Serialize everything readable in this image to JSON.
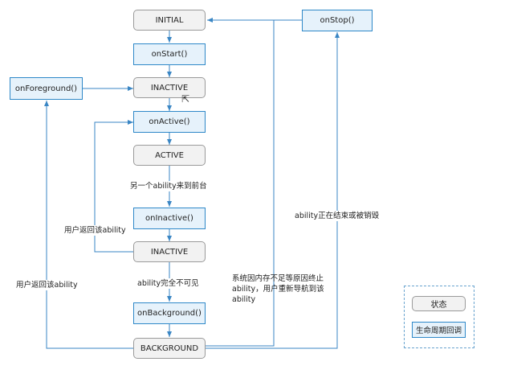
{
  "states": {
    "initial": "INITIAL",
    "inactive1": "INACTIVE",
    "active": "ACTIVE",
    "inactive2": "INACTIVE",
    "background": "BACKGROUND"
  },
  "callbacks": {
    "on_start": "onStart()",
    "on_active": "onActive()",
    "on_inactive": "onInactive()",
    "on_background": "onBackground()",
    "on_foreground": "onForeground()",
    "on_stop": "onStop()"
  },
  "edge_labels": {
    "another_ability": "另一个ability来到前台",
    "user_return_left": "用户返回该ability",
    "invisible": "ability完全不可见",
    "user_return_far_left": "用户返回该ability",
    "destroy": "ability正在结束或被销毁",
    "system_reason": "系统因内存不足等原因终止ability，用户重新导航到该ability"
  },
  "legend": {
    "state": "状态",
    "callback": "生命周期回调"
  },
  "colors": {
    "arrow": "#3a86c4",
    "callback_fill": "#e6f2fb",
    "callback_border": "#2e88c8",
    "state_fill": "#f2f2f2",
    "state_border": "#9a9a9a"
  }
}
